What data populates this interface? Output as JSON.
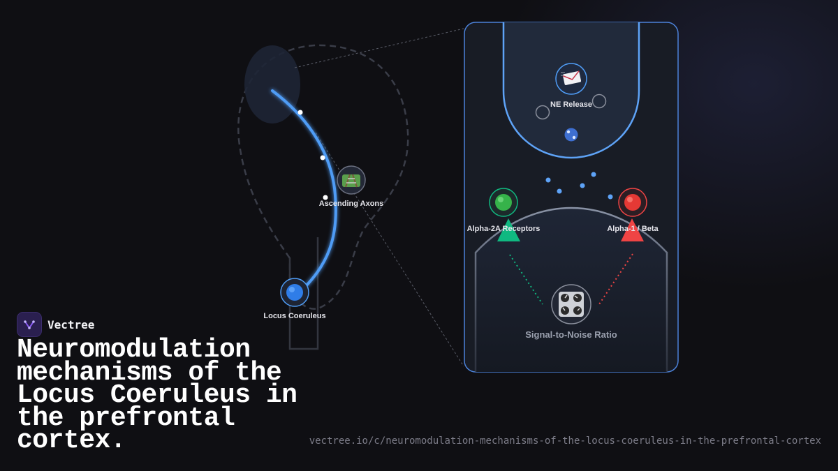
{
  "brand": {
    "name": "Vectree"
  },
  "title": "Neuromodulation mechanisms of the Locus Coeruleus in the prefrontal cortex.",
  "url": "vectree.io/c/neuromodulation-mechanisms-of-the-locus-coeruleus-in-the-prefrontal-cortex",
  "nodes": {
    "locus_coeruleus": {
      "label": "Locus Coeruleus",
      "icon": "blue-circle-icon"
    },
    "ascending_axons": {
      "label": "Ascending Axons",
      "icon": "railway-track-icon"
    },
    "ne_release": {
      "label": "NE Release",
      "icon": "envelope-arrow-icon"
    },
    "alpha2a": {
      "label": "Alpha-2A Receptors",
      "icon": "green-circle-icon"
    },
    "alpha1_beta": {
      "label": "Alpha-1 / Beta",
      "icon": "red-circle-icon"
    },
    "snr": {
      "label": "Signal-to-Noise Ratio",
      "icon": "control-knobs-icon"
    }
  },
  "colors": {
    "pathway": "#4f9cf5",
    "excitatory": "#10b981",
    "inhibitory": "#ef4444",
    "brand": "#8b5cf6"
  }
}
